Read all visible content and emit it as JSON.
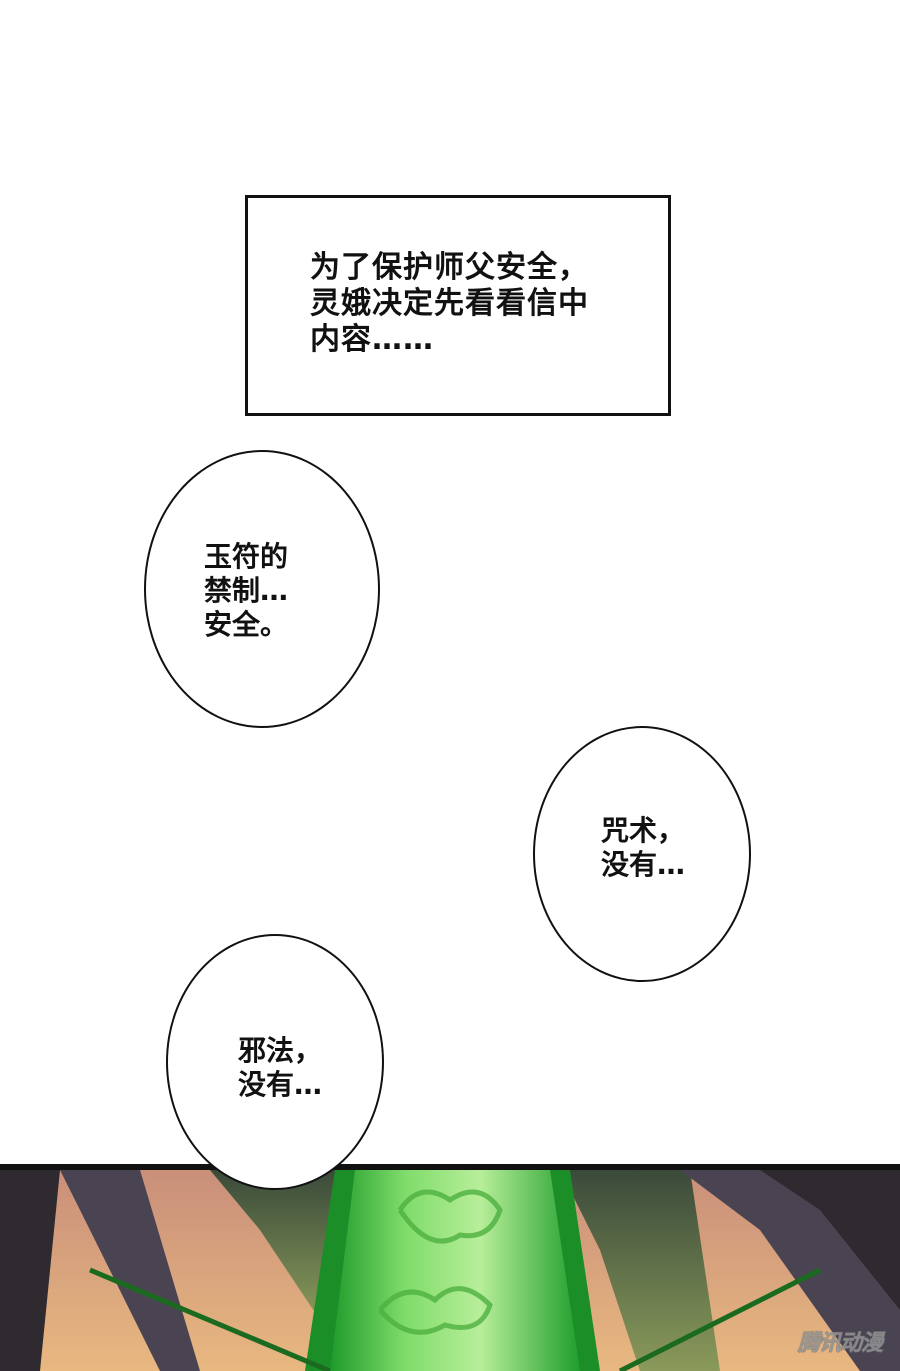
{
  "caption": {
    "lines": [
      "为了保护师父安全，",
      "灵娥决定先看看信中",
      "内容……"
    ]
  },
  "bubbles": [
    {
      "lines": [
        "玉符的",
        "禁制…",
        "安全。"
      ]
    },
    {
      "lines": [
        "咒术，",
        "没有…"
      ]
    },
    {
      "lines": [
        "邪法，",
        "没有…"
      ]
    }
  ],
  "panel": {
    "watermark": "腾讯动漫",
    "jade_color": "#2db83a",
    "skin_color": "#e0a07e",
    "hair_color": "#3a3540"
  }
}
